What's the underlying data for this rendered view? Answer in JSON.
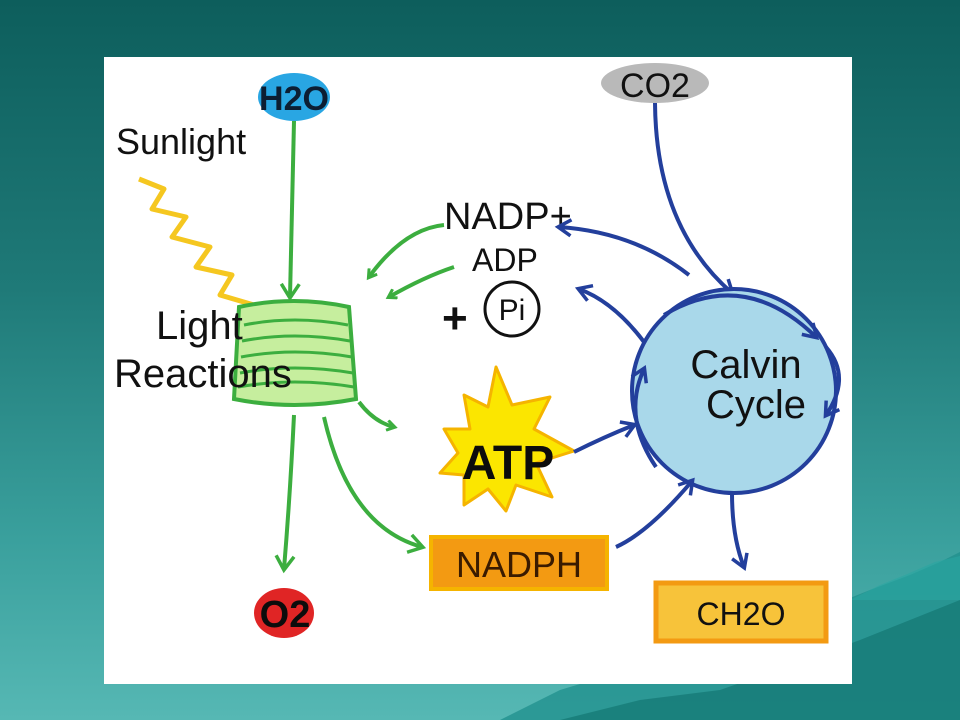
{
  "diagram": {
    "labels": {
      "water": "H2O",
      "carbon_dioxide": "CO2",
      "sunlight": "Sunlight",
      "light_reactions_line1": "Light",
      "light_reactions_line2": "Reactions",
      "nadp_plus": "NADP+",
      "adp": "ADP",
      "plus": "+",
      "phosphate": "Pi",
      "calvin_line1": "Calvin",
      "calvin_line2": "Cycle",
      "atp": "ATP",
      "nadph": "NADPH",
      "oxygen": "O2",
      "sugar": "CH2O"
    }
  },
  "colors": {
    "light_arrows": "#3cae3f",
    "calvin_arrows": "#233f9c",
    "water_oval": "#29a6e3",
    "co2_oval": "#b9b9b9",
    "o2_oval": "#e02525",
    "calvin_circle": "#a9d8ea",
    "atp_burst": "#fbe600",
    "nadph_box": "#f39a12",
    "sugar_box": "#f7c33a",
    "sunlight_zigzag": "#f5c720"
  }
}
